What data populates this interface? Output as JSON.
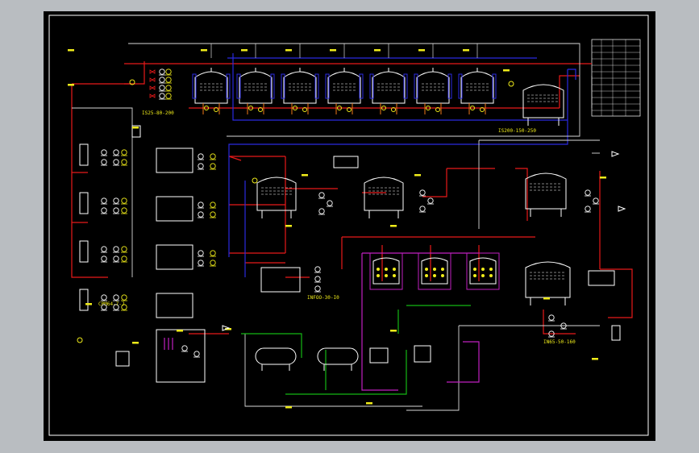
{
  "app": {
    "viewport_bg": "#b9bdc1",
    "paper_bg": "#000000"
  },
  "palette": {
    "frame": "#ffffff",
    "pipe_red": "#e81919",
    "pipe_blue": "#2a2ae0",
    "pipe_green": "#14b814",
    "pipe_magenta": "#c020c0",
    "pipe_white": "#d8d8d8",
    "label_yellow": "#f0ec1a",
    "accent_orange": "#f07818"
  },
  "labels": {
    "model_top": "IS25-80-200",
    "model_tank": "IS200-150-250",
    "model_left": "CPM64-7-J",
    "model_mid": "INFOO-30-I0",
    "model_right": "IN65-50-160"
  },
  "icons": [
    "storage-tank-icon",
    "centrifugal-pump-icon",
    "valve-icon",
    "filter-vessel-icon",
    "heat-exchanger-icon",
    "gauge-icon",
    "arrow-icon"
  ]
}
